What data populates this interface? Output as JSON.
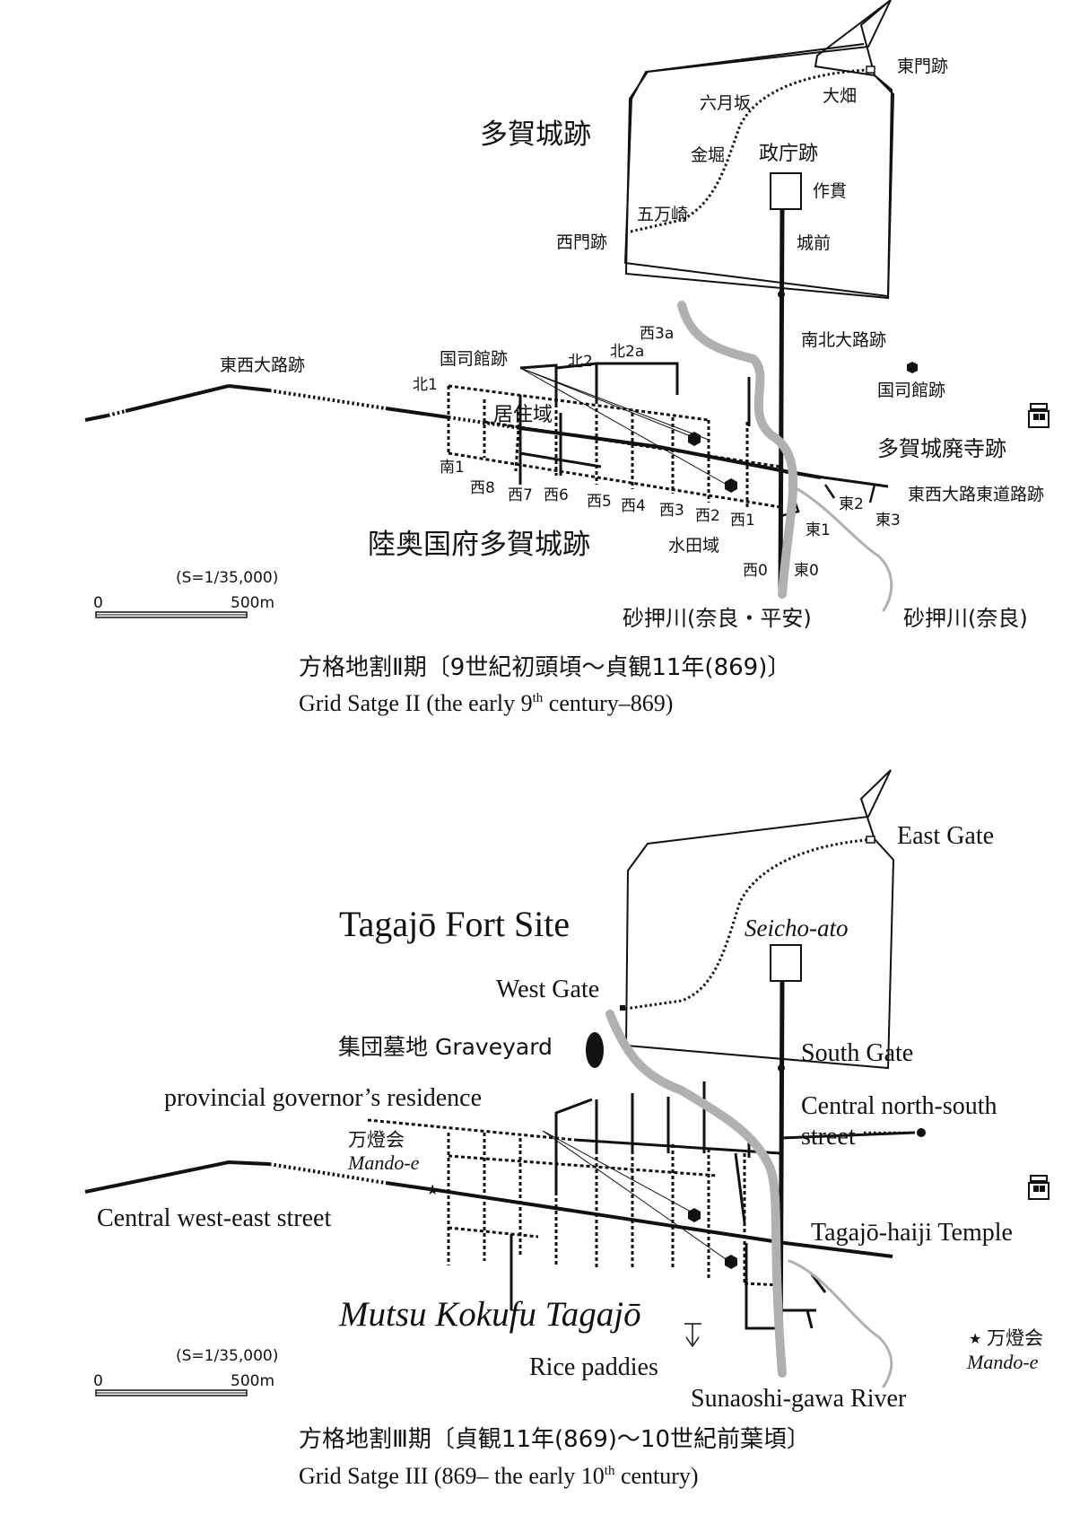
{
  "map1": {
    "title_jp": "多賀城跡",
    "subtitle_jp": "陸奥国府多賀城跡",
    "caption_jp": "方格地割Ⅱ期〔9世紀初頭頃～貞観11年(869)〕",
    "caption_en_pre": "Grid Satge II (the early 9",
    "caption_en_sup": "th",
    "caption_en_post": " century–869)",
    "scale": {
      "ratio": "(S=1/35,000)",
      "zero": "0",
      "distance": "500m"
    },
    "labels": {
      "east_gate": "東門跡",
      "rokugatsuzaka": "六月坂",
      "ohata": "大畑",
      "kanabori": "金堀",
      "seichoato": "政庁跡",
      "sakunuki": "作貫",
      "gomanzaki": "五万崎",
      "west_gate": "西門跡",
      "jozen": "城前",
      "nanboku": "南北大路跡",
      "kokushi_r": "国司館跡",
      "temple": "多賀城廃寺跡",
      "tozai": "東西大路跡",
      "kokushi_l": "国司館跡",
      "residence": "居住域",
      "tozai_east": "東西大路東道路跡",
      "paddy": "水田域",
      "river_nara_heian": "砂押川(奈良・平安)",
      "river_nara": "砂押川(奈良)"
    },
    "grid_labels": {
      "kita1": "北1",
      "kita2": "北2",
      "kita2a": "北2a",
      "nishi3a": "西3a",
      "minami1": "南1",
      "nishi8": "西8",
      "nishi7": "西7",
      "nishi6": "西6",
      "nishi5": "西5",
      "nishi4": "西4",
      "nishi3": "西3",
      "nishi2": "西2",
      "nishi1": "西1",
      "higashi1": "東1",
      "higashi2": "東2",
      "higashi3": "東3",
      "nishi0": "西0",
      "higashi0": "東0"
    }
  },
  "map2": {
    "title": "Tagajō Fort Site",
    "subtitle": "Mutsu Kokufu Tagajō",
    "caption_jp": "方格地割Ⅲ期〔貞観11年(869)～10世紀前葉頃〕",
    "caption_en_pre": "Grid Satge III (869– the early 10",
    "caption_en_sup": "th",
    "caption_en_post": " century)",
    "scale": {
      "ratio": "(S=1/35,000)",
      "zero": "0",
      "distance": "500m"
    },
    "labels": {
      "east_gate": "East Gate",
      "seicho": "Seicho-ato",
      "west_gate": "West Gate",
      "graveyard": "集団墓地 Graveyard",
      "south_gate": "South Gate",
      "governor": "provincial governor’s residence",
      "ns_street_1": "Central north-south",
      "ns_street_2": "street",
      "mandoe_jp_l": "万燈会",
      "mandoe_en_l": "Mando-e",
      "we_street": "Central west-east street",
      "temple": "Tagajō-haiji Temple",
      "mandoe_jp_r": "万燈会",
      "mandoe_en_r": "Mando-e",
      "rice": "Rice paddies",
      "river": "Sunaoshi-gawa River"
    }
  }
}
